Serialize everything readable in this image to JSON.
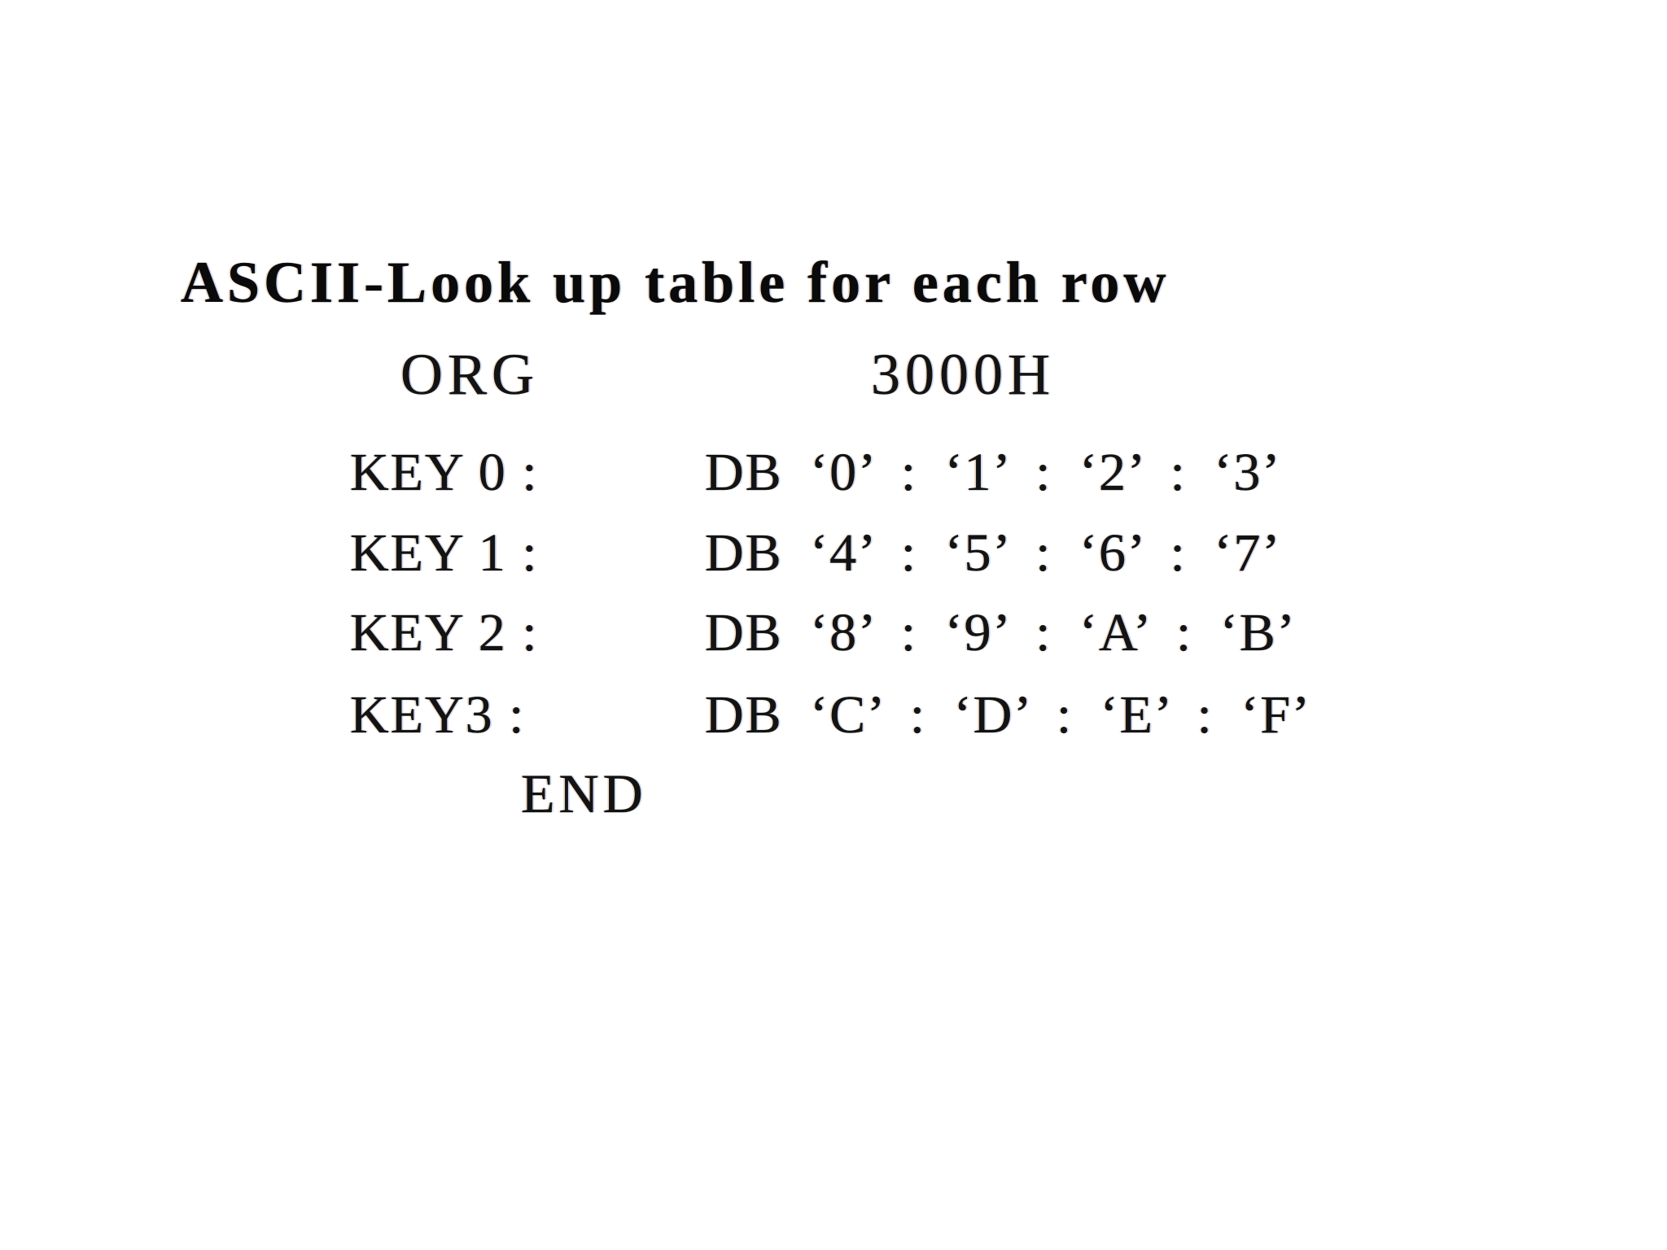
{
  "page": {
    "background_color": "#ffffff",
    "text_color": "#131313"
  },
  "listing": {
    "title": "ASCII-Look up table for each row",
    "org_directive": {
      "mnemonic": "ORG",
      "operand": "3000H"
    },
    "key_rows": [
      {
        "label": "KEY 0 :",
        "code": "DB ‘0’ : ‘1’ : ‘2’ : ‘3’"
      },
      {
        "label": "KEY 1 :",
        "code": "DB ‘4’ : ‘5’ : ‘6’ : ‘7’"
      },
      {
        "label": "KEY 2 :",
        "code": "DB ‘8’ : ‘9’ : ‘A’ : ‘B’"
      },
      {
        "label": "KEY3 :",
        "code": "DB ‘C’ : ‘D’ : ‘E’ : ‘F’"
      }
    ],
    "end_directive": "END"
  }
}
